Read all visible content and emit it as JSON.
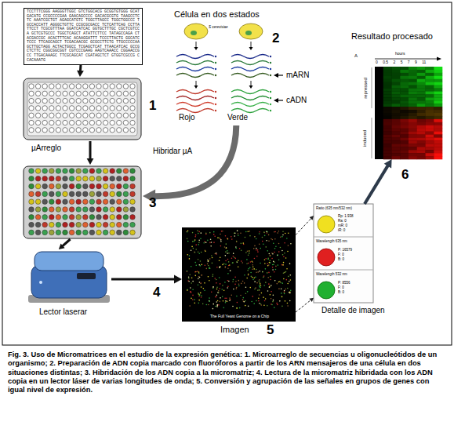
{
  "diagram": {
    "caption": "Fig. 3. Uso de Micromatrices en el estudio de la expresión genética: 1. Microarreglo de secuencias u oligonucleótidos de un organismo; 2. Preparación de ADN copia marcado con fluoróforos a partir de los ARN mensajeros de una célula en dos situaciones distintas; 3. Hibridación de los ADN copia a la micromatriz; 4. Lectura de la micromatriz hibridada con los ADN copia en un lector láser de varias longitudes de onda; 5. Conversión y agrupación de las señales en grupos de genes con igual nivel de expresión.",
    "nodes": [
      {
        "text": [
          "TCCTTTCGGG AAGGGTTGGC GTCTGGCACG GCGGTGTGGG GCATGACATG CCGCCCCGAA GAACAGCCCC GACACGCGTG TAAGCCTCTC AAATCGCTGT AGAGCATGTC TGGCTTAGCC TGGCTGGCCC TGCCACCATT AGGGCTGTTC CCGCGCGACC TCTCATTCAG CCTTATTCCT TCGCGTTTAA GGATCATCAC GGTGCTTTGC CGCTCGTCCA GCTCGTGCCC TGGCTCAGCT ATATTCTTCC TATAGCCAGA CTACGACCGC ACACTTTCAC ACAAGGATTT TCCCTTACTG GGCATCTCCC TTCAGCAGCT TCGACAACGC GCGCCTTCTG TTGCCCCCAA GCTTGCTAGG ACTACTGGCC TCGAGCTCAT TTAACATCAC GCCGCTCTTC CGGCGGCGGT CGTCCCGAAG AAGTCAAACC CGGAACCGCC TTGACAAAGC TTCGCAGCAT CGATAGCTCT GTGGTCGCCG CCACAAATG"
        ]
      },
      {
        "text": [
          "µArreglo",
          "1"
        ]
      },
      {
        "text": [
          "Célula en dos estados",
          "2",
          "S cerevisiae",
          "mARN",
          "cADN",
          "Rojo",
          "Verde"
        ]
      },
      {
        "text": [
          "3"
        ]
      },
      {
        "text": [
          "Lector laserar",
          "4"
        ]
      },
      {
        "text": [
          "Imagen",
          "5",
          "The Full Yeast Genome on a Chip"
        ]
      },
      {
        "text": [
          "Detalle de imagen",
          "Ratio (635 nm/532 nm)",
          "Rp: 1.938",
          "Ra: 0",
          "mR: 0",
          "iR: 0",
          "Wavelength 635 nm",
          "P: 16579",
          "F: 0",
          "B: 0",
          "Wavelength 532 nm",
          "P: 8556",
          "F: 0",
          "B: 0"
        ]
      },
      {
        "text": [
          "Resultado procesado",
          "6",
          "A",
          "hours",
          "0 0.5 2 5 7 9 11",
          "repressed",
          "induced"
        ]
      }
    ],
    "edges": [
      {
        "from": 0,
        "to": 1,
        "arrow": "to"
      },
      {
        "from": 2,
        "to": 3,
        "label": "Hibridar µA",
        "arrow": "to"
      },
      {
        "from": 1,
        "to": 3,
        "arrow": "to"
      },
      {
        "from": 3,
        "to": 4,
        "arrow": "to"
      },
      {
        "from": 4,
        "to": 5,
        "arrow": "to"
      },
      {
        "from": 5,
        "to": 6,
        "arrow": "to"
      },
      {
        "from": 5,
        "to": 6,
        "arrow": "to"
      },
      {
        "from": 6,
        "to": 7,
        "arrow": "to"
      }
    ]
  }
}
